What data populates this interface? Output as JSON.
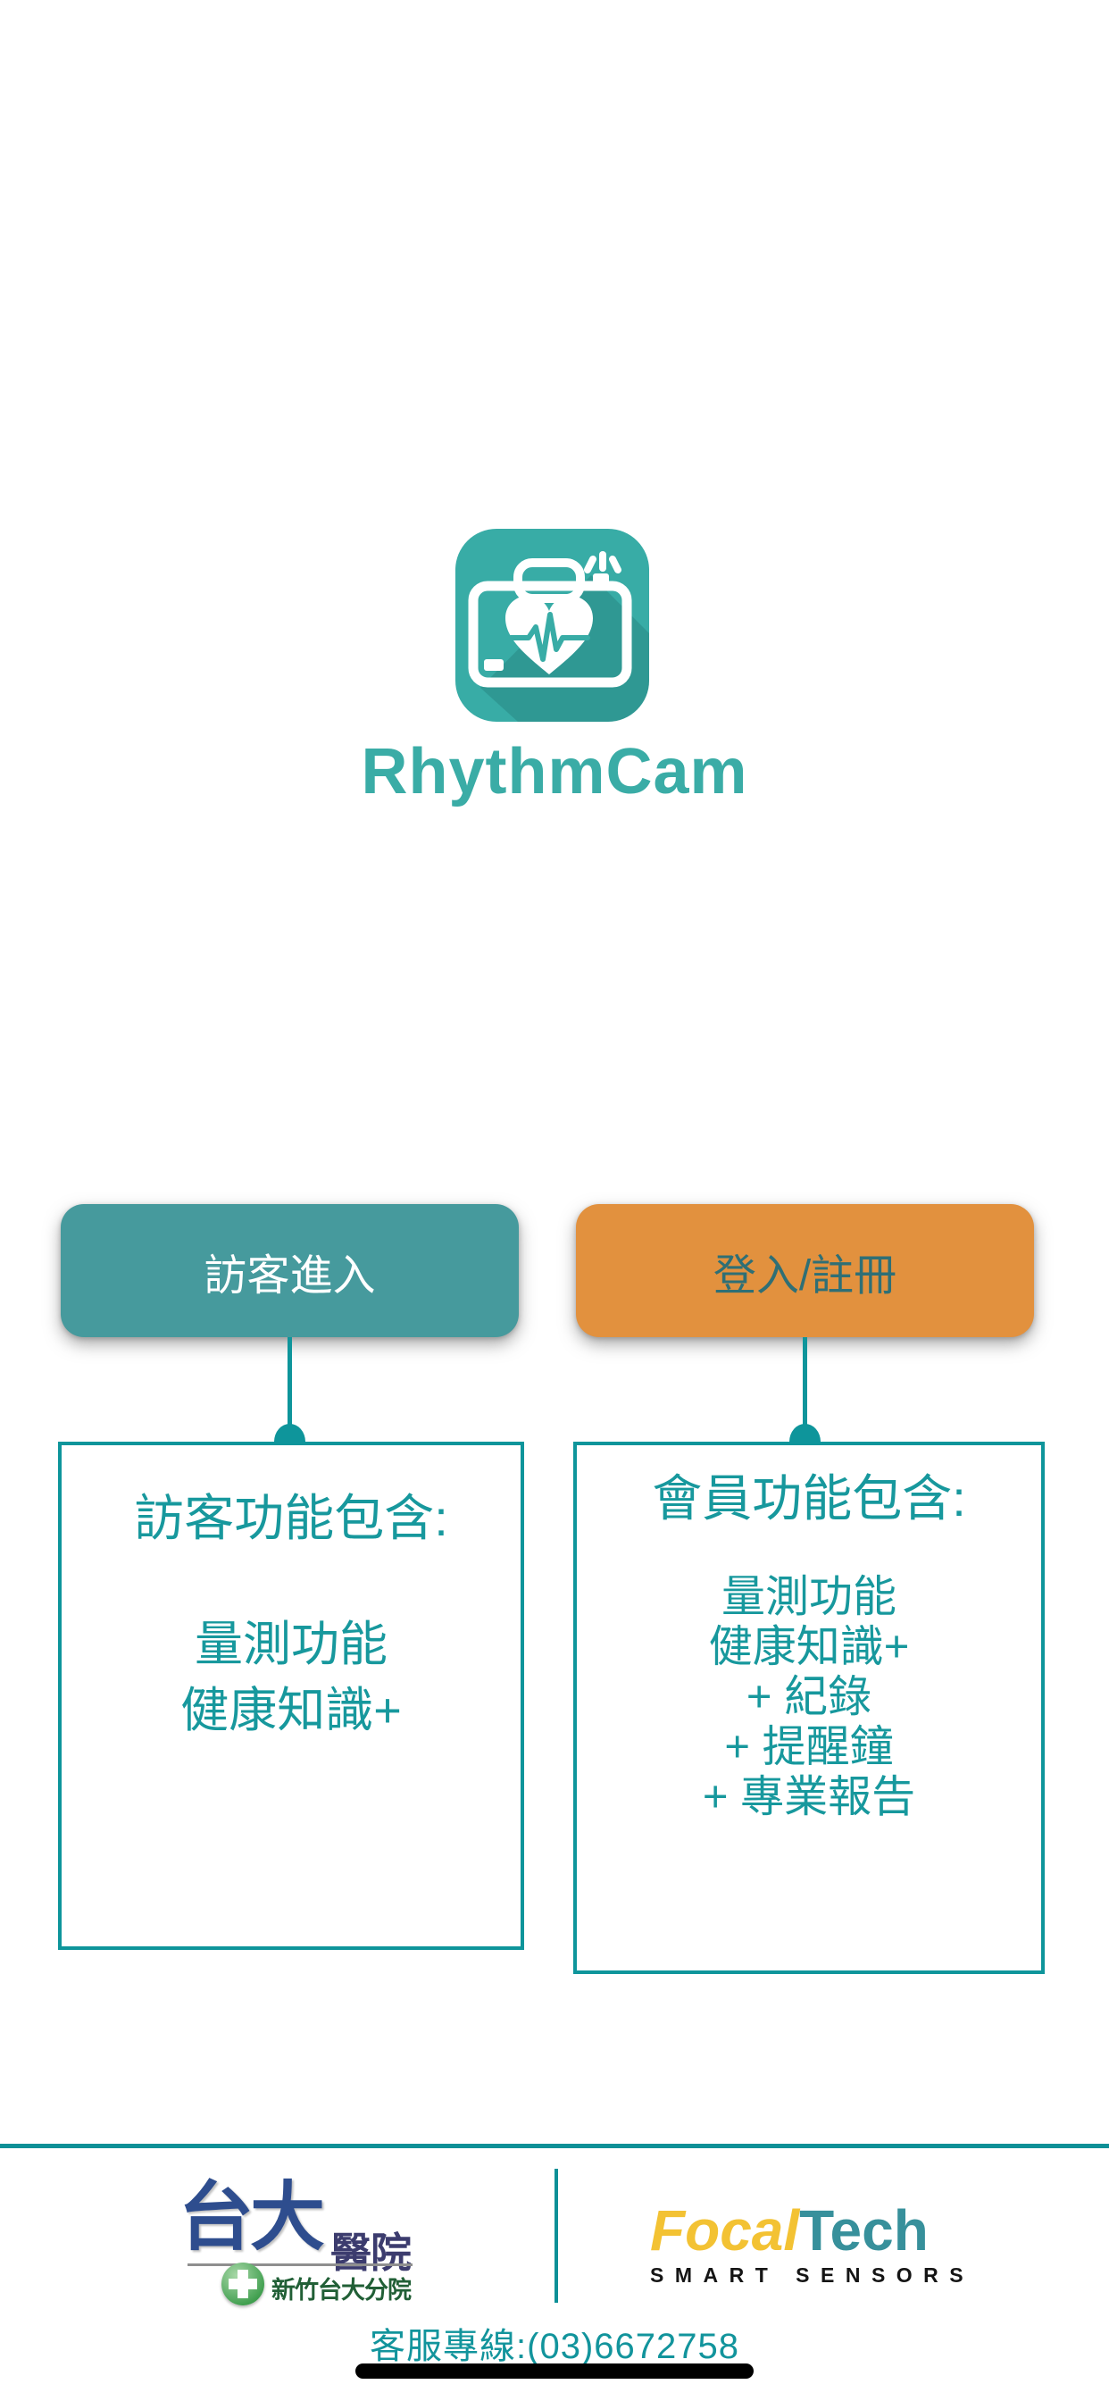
{
  "app": {
    "name": "RhythmCam",
    "icon": "camera-with-heart-ecg-icon"
  },
  "buttons": {
    "guest": "訪客進入",
    "login": "登入/註冊"
  },
  "panels": {
    "guest": {
      "heading": "訪客功能包含:",
      "items": [
        "量測功能",
        "健康知識+"
      ]
    },
    "member": {
      "heading": "會員功能包含:",
      "items": [
        "量測功能",
        "健康知識+",
        "+ 紀錄",
        "+ 提醒鐘",
        "+ 專業報告"
      ]
    }
  },
  "footer": {
    "hospital": {
      "name_main": "台大",
      "name_suffix": "醫院",
      "branch": "新竹台大分院",
      "icon": "green-medical-cross-icon"
    },
    "focaltech": {
      "word_1": "Focal",
      "word_2": "Tech",
      "tagline": "SMART SENSORS"
    },
    "hotline": "客服專線:(03)6672758"
  },
  "colors": {
    "icon_teal": "#38aca6",
    "wordmark_teal": "#3aaca6",
    "btn_guest_bg": "#469a9d",
    "btn_guest_text": "#ffffff",
    "btn_login_bg": "#e2913e",
    "btn_login_text": "#2f6f75",
    "line_teal": "#0e959b",
    "panel_text": "#17989d",
    "footer_line": "#0d9097",
    "hospital_navy": "#2e4d8e",
    "hospital_suffix_navy": "#3c3c6e",
    "hospital_green": "#215f36",
    "cross_green": "#3f9e4e",
    "focal_yellow": "#f3c233",
    "tech_teal": "#37909b",
    "hotline_teal": "#12949c",
    "home_black": "#000000"
  }
}
